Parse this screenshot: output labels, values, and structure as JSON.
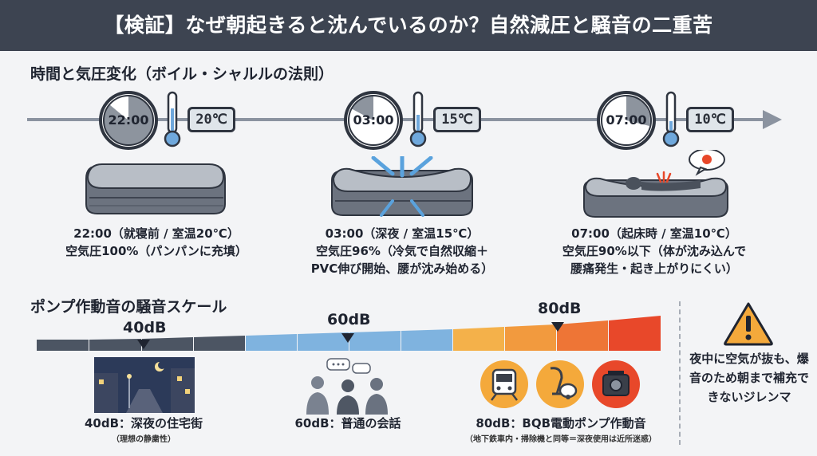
{
  "header": {
    "title": "【検証】なぜ朝起きると沈んでいるのか？自然減圧と騒音の二重苦"
  },
  "timeline": {
    "title": "時間と気圧変化（ボイル・シャルルの法則）",
    "points": [
      {
        "time": "22:00",
        "temp": "20℃",
        "line1": "22:00（就寝前 / 室温20℃）",
        "line2": "空気圧100%（パンパンに充填）",
        "line3": ""
      },
      {
        "time": "03:00",
        "temp": "15℃",
        "line1": "03:00（深夜 / 室温15℃）",
        "line2": "空気圧96%（冷気で自然収縮＋",
        "line3": "PVC伸び開始、腰が沈み始める）"
      },
      {
        "time": "07:00",
        "temp": "10℃",
        "line1": "07:00（起床時 / 室温10℃）",
        "line2": "空気圧90%以下（体が沈み込んで",
        "line3": "腰痛発生・起き上がりにくい）"
      }
    ]
  },
  "noise": {
    "title": "ポンプ作動音の騒音スケール",
    "levels": [
      {
        "db": "40dB",
        "caption": "40dB：深夜の住宅街",
        "sub": "（理想の静粛性）"
      },
      {
        "db": "60dB",
        "caption": "60dB：普通の会話",
        "sub": ""
      },
      {
        "db": "80dB",
        "caption": "80dB：BQB電動ポンプ作動音",
        "sub": "（地下鉄車内・掃除機と同等＝深夜使用は近所迷惑）"
      }
    ]
  },
  "warning": {
    "text": "夜中に空気が抜も、爆音のため朝まで補充できないジレンマ"
  },
  "colors": {
    "header": "#3d4451",
    "accent": "#e8482a",
    "cool": "#7fb3df",
    "warn": "#f4a93b"
  }
}
